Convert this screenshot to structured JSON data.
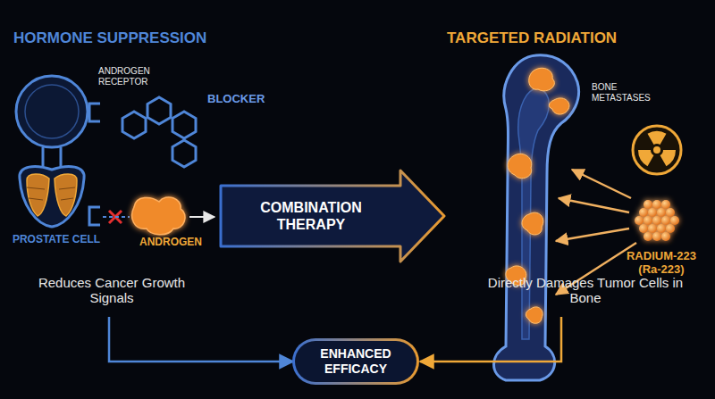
{
  "diagram": {
    "nodes": [
      {
        "text": [
          "COMBINATION THERAPY"
        ]
      },
      {
        "text": [
          "ENHANCED EFFICACY"
        ]
      }
    ],
    "labels": [
      "HORMONE SUPPRESSION",
      "ANDROGEN RECEPTOR",
      "BLOCKER",
      "PROSTATE CELL",
      "ANDROGEN",
      "Reduces Cancer Growth Signals",
      "TARGETED RADIATION",
      "BONE METASTASES",
      "RADIUM-223 (Ra-223)",
      "Directly Damages Tumor Cells in Bone"
    ]
  }
}
